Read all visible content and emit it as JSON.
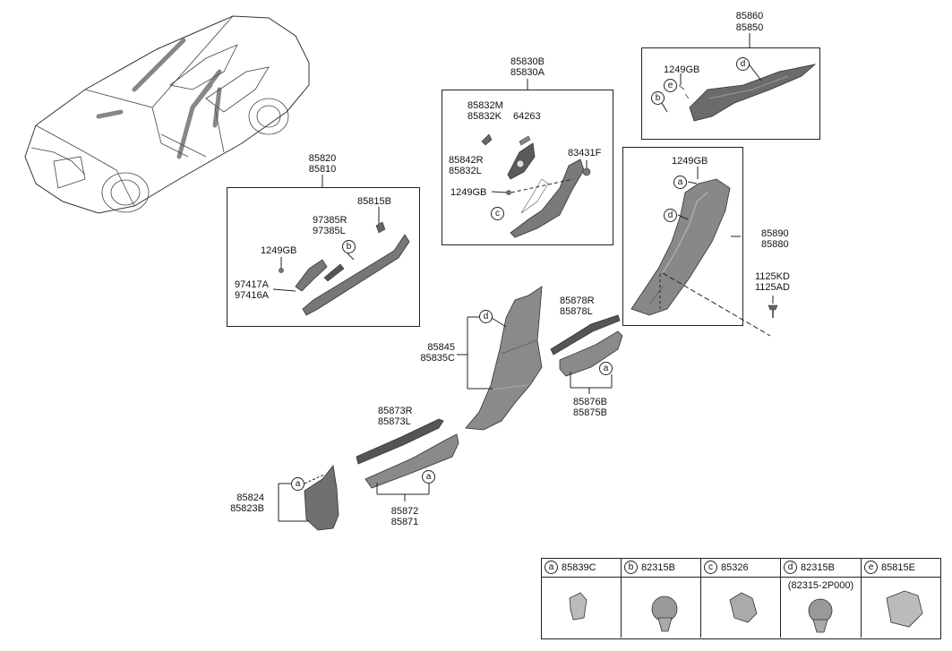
{
  "labels": {
    "p85860": "85860",
    "p85850": "85850",
    "p85830B": "85830B",
    "p85830A": "85830A",
    "p85832M": "85832M",
    "p85832K": "85832K",
    "p64263": "64263",
    "p85842R": "85842R",
    "p85832L": "85832L",
    "p83431F": "83431F",
    "p1249GB": "1249GB",
    "p85820": "85820",
    "p85810": "85810",
    "p85815B": "85815B",
    "p97385R": "97385R",
    "p97385L": "97385L",
    "p97417A": "97417A",
    "p97416A": "97416A",
    "p85890": "85890",
    "p85880": "85880",
    "p1125KD": "1125KD",
    "p1125AD": "1125AD",
    "p85878R": "85878R",
    "p85878L": "85878L",
    "p85845": "85845",
    "p85835C": "85835C",
    "p85876B": "85876B",
    "p85875B": "85875B",
    "p85873R": "85873R",
    "p85873L": "85873L",
    "p85824": "85824",
    "p85823B": "85823B",
    "p85872": "85872",
    "p85871": "85871"
  },
  "callouts": {
    "a": "a",
    "b": "b",
    "c": "c",
    "d": "d",
    "e": "e"
  },
  "legend": [
    {
      "letter": "a",
      "code": "85839C",
      "note": ""
    },
    {
      "letter": "b",
      "code": "82315B",
      "note": ""
    },
    {
      "letter": "c",
      "code": "85326",
      "note": ""
    },
    {
      "letter": "d",
      "code": "82315B",
      "note": "(82315-2P000)"
    },
    {
      "letter": "e",
      "code": "85815E",
      "note": ""
    }
  ]
}
